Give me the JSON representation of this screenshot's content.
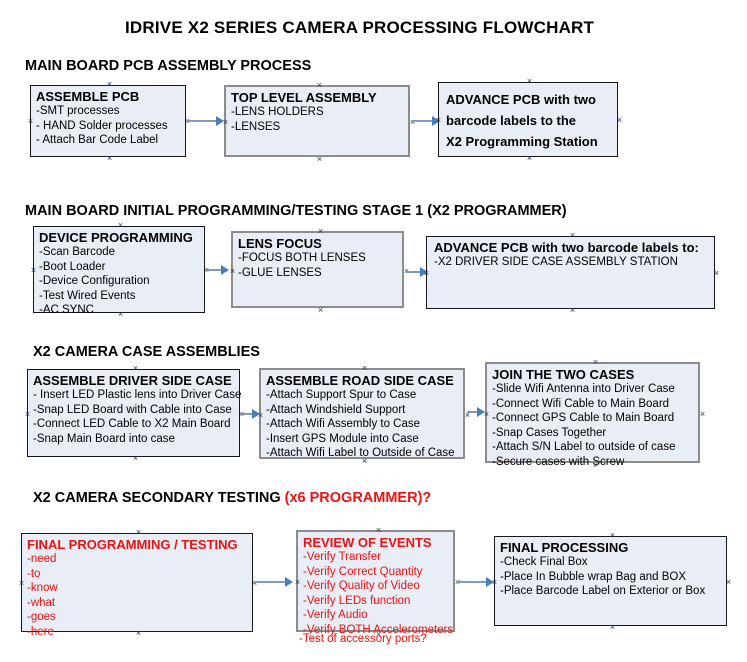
{
  "document": {
    "title": "IDRIVE X2  SERIES CAMERA PROCESSING FLOWCHART"
  },
  "colors": {
    "box_fill": "#e8edf6",
    "box_border_black": "#16171a",
    "box_border_gray": "#8c8c8c",
    "connector": "#7e9bbd",
    "arrow": "#4a7ebb",
    "red_text": "#ee1111",
    "text": "#000000"
  },
  "sections": [
    {
      "heading": "MAIN BOARD PCB ASSEMBLY PROCESS",
      "heading_red": "",
      "boxes": [
        {
          "title": "ASSEMBLE PCB",
          "title_color": "black",
          "lines": [
            "-SMT processes",
            "- HAND Solder processes",
            "- Attach Bar Code Label"
          ],
          "border": "black"
        },
        {
          "title": "TOP LEVEL ASSEMBLY",
          "title_color": "black",
          "lines": [
            "-LENS HOLDERS",
            "-LENSES"
          ],
          "border": "gray"
        },
        {
          "title": "",
          "title_color": "black",
          "big_lines": [
            "ADVANCE PCB with two",
            "barcode labels to the",
            " X2 Programming Station"
          ],
          "lines": [],
          "border": "black"
        }
      ]
    },
    {
      "heading": "MAIN BOARD INITIAL PROGRAMMING/TESTING STAGE 1 (X2 PROGRAMMER)",
      "heading_red": "",
      "boxes": [
        {
          "title": "DEVICE PROGRAMMING",
          "title_color": "black",
          "lines": [
            "-Scan Barcode",
            "-Boot Loader",
            "-Device Configuration",
            "-Test Wired Events",
            "-AC SYNC"
          ],
          "border": "black"
        },
        {
          "title": "LENS FOCUS",
          "title_color": "black",
          "lines": [
            "-FOCUS BOTH LENSES",
            "-GLUE LENSES"
          ],
          "border": "gray"
        },
        {
          "title": "ADVANCE PCB with two barcode labels to:",
          "title_color": "black",
          "lines": [
            "-X2 DRIVER  SIDE  CASE  ASSEMBLY STATION"
          ],
          "border": "black"
        }
      ]
    },
    {
      "heading": "X2 CAMERA CASE ASSEMBLIES",
      "heading_red": "",
      "boxes": [
        {
          "title": "ASSEMBLE DRIVER SIDE CASE",
          "title_color": "black",
          "lines": [
            "- Insert LED Plastic lens into Driver Case",
            "-Snap LED Board with Cable into Case",
            "-Connect LED Cable to X2 Main Board",
            "-Snap Main Board into case"
          ],
          "border": "black"
        },
        {
          "title": "ASSEMBLE ROAD SIDE CASE",
          "title_color": "black",
          "lines": [
            "-Attach Support Spur to Case",
            "-Attach Windshield Support",
            "-Attach Wifi Assembly to Case",
            "-Insert GPS Module into Case",
            "-Attach Wifi Label to Outside of Case"
          ],
          "border": "gray"
        },
        {
          "title": "JOIN THE TWO CASES",
          "title_color": "black",
          "lines": [
            "-Slide Wifi Antenna into Driver Case",
            "-Connect Wifi Cable to Main Board",
            "-Connect GPS Cable to Main Board",
            "-Snap Cases Together",
            "-Attach S/N Label to outside of case",
            "-Secure cases with Screw"
          ],
          "border": "gray"
        }
      ]
    },
    {
      "heading": "X2 CAMERA SECONDARY TESTING ",
      "heading_red": "(x6 PROGRAMMER)?",
      "boxes": [
        {
          "title": "FINAL PROGRAMMING / TESTING",
          "title_color": "red",
          "lines": [
            "-need",
            "-to",
            "-know",
            "-what",
            "-goes",
            "-here"
          ],
          "border": "black"
        },
        {
          "title": "REVIEW OF EVENTS",
          "title_color": "red",
          "lines": [
            "-Verify Transfer",
            "-Verify Correct Quantity",
            "-Verify Quality of Video",
            "-Verify LEDs function",
            "-Verify Audio",
            "-Verify BOTH Accelerometers"
          ],
          "overflow_line": "-Test of accessory ports?",
          "border": "gray"
        },
        {
          "title": "FINAL PROCESSING",
          "title_color": "black",
          "lines": [
            " -Check Final Box",
            "-Place In Bubble wrap Bag and BOX",
            "-Place Barcode Label on Exterior or Box"
          ],
          "border": "black"
        }
      ]
    }
  ]
}
